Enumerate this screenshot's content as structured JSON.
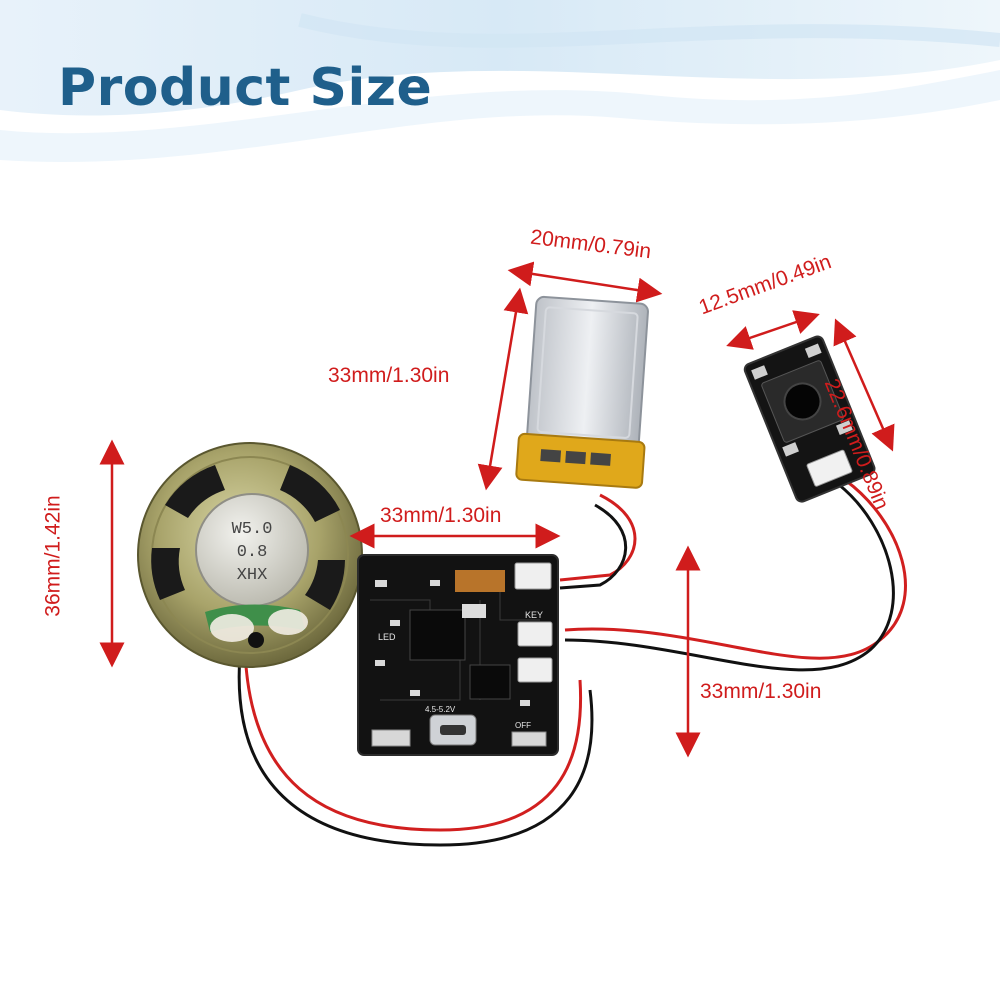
{
  "title": "Product Size",
  "colors": {
    "title": "#1f5f8b",
    "dimension": "#d01c1c",
    "pcb": "#121212"
  },
  "dimensions": {
    "battery_width": "20mm/0.79in",
    "battery_height": "33mm/1.30in",
    "button_width": "12.5mm/0.49in",
    "button_height": "22.6mm/0.89in",
    "speaker_diameter": "36mm/1.42in",
    "board_width": "33mm/1.30in",
    "board_height": "33mm/1.30in"
  },
  "speaker_markings": [
    "W5.0",
    "0.8",
    "XHX"
  ],
  "board_labels": {
    "voltage": "4.5-5.2V",
    "key": "KEY",
    "led": "LED",
    "off": "OFF"
  }
}
